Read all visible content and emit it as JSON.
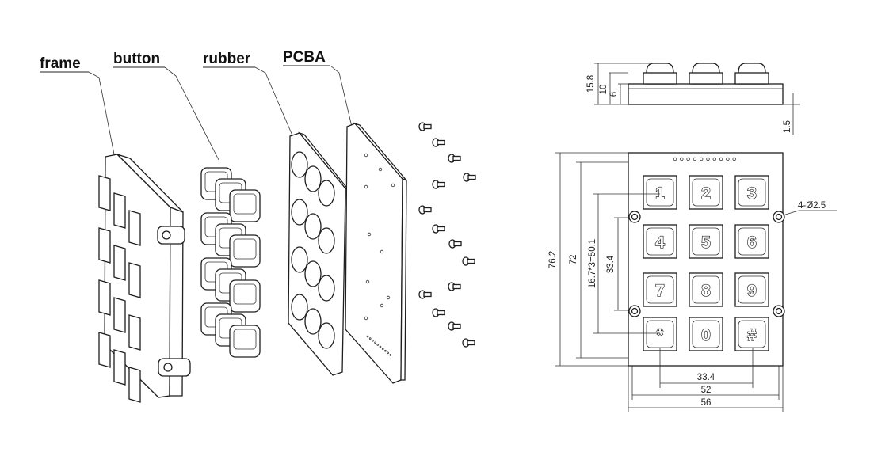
{
  "labels": {
    "frame": "frame",
    "button": "button",
    "rubber": "rubber",
    "pcba": "PCBA"
  },
  "dimensions": {
    "side_total": "15.8",
    "side_button": "10",
    "side_body": "6",
    "side_pcb": "1.5",
    "overall_height": "76.2",
    "frame_height": "72",
    "pitch_formula": "16.7*3=50.1",
    "key_span_vertical": "33.4",
    "key_span_horizontal": "33.4",
    "inner_width": "52",
    "overall_width": "56",
    "holes": "4-Ø2.5"
  },
  "keys": [
    "1",
    "2",
    "3",
    "4",
    "5",
    "6",
    "7",
    "8",
    "9",
    "*",
    "0",
    "#"
  ],
  "colors": {
    "line": "#222222",
    "background": "#ffffff"
  }
}
